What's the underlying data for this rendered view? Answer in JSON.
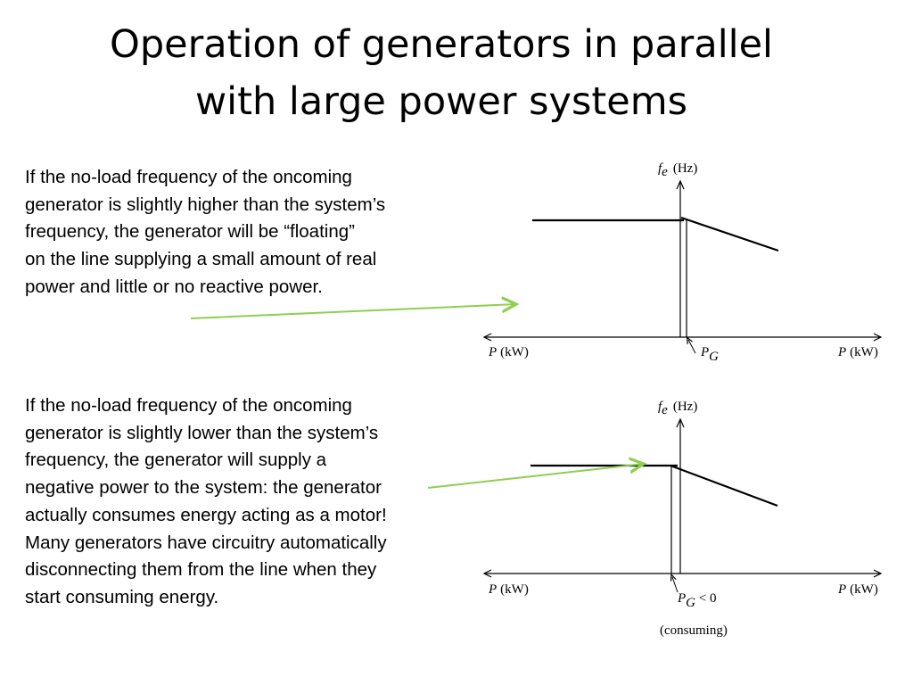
{
  "title": {
    "line1": "Operation of generators in parallel",
    "line2": "with large power systems"
  },
  "paragraph1": {
    "lines": [
      "If the no-load frequency of the oncoming",
      "generator is slightly higher than the system’s",
      "frequency, the generator will be “floating”",
      "on the line supplying a small amount of real",
      "power and little or no reactive power."
    ]
  },
  "paragraph2": {
    "lines": [
      "If the no-load frequency of the oncoming",
      "generator is slightly lower than the system’s",
      "frequency, the generator will supply a",
      "negative power to the system: the generator",
      "actually consumes energy acting as a motor!",
      "Many generators have circuitry automatically",
      "disconnecting them from the line when they",
      "start consuming energy."
    ]
  },
  "diagram1": {
    "y_axis_symbol": "f",
    "y_axis_subscript": "e",
    "y_axis_unit": "(Hz)",
    "left_axis_label_symbol": "P",
    "left_axis_label_unit": "(kW)",
    "right_axis_label_symbol": "P",
    "right_axis_label_unit": "(kW)",
    "pg_symbol": "P",
    "pg_subscript": "G"
  },
  "diagram2": {
    "y_axis_symbol": "f",
    "y_axis_subscript": "e",
    "y_axis_unit": "(Hz)",
    "left_axis_label_symbol": "P",
    "left_axis_label_unit": "(kW)",
    "right_axis_label_symbol": "P",
    "right_axis_label_unit": "(kW)",
    "pg_symbol": "P",
    "pg_subscript": "G",
    "pg_suffix": " < 0",
    "caption": "(consuming)"
  },
  "colors": {
    "arrow": "#8fce52",
    "text": "#000000"
  }
}
